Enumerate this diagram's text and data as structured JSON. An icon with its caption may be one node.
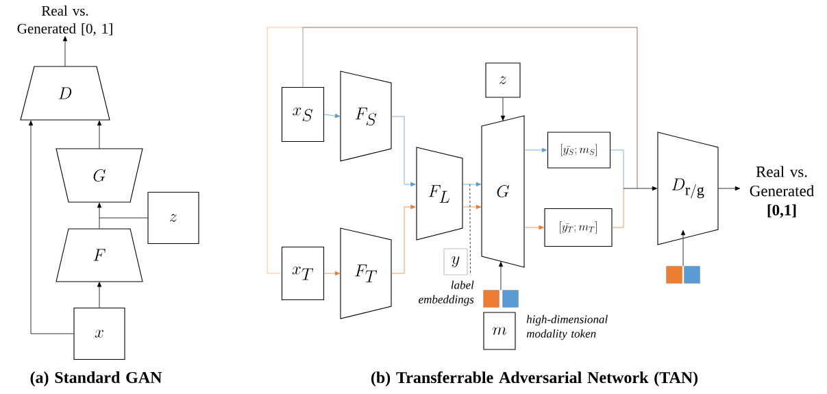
{
  "diagram": {
    "nodes": [
      {
        "text": [
          "Real vs. Generated [0, 1]"
        ]
      },
      {
        "text": [
          "D"
        ]
      },
      {
        "text": [
          "G"
        ]
      },
      {
        "text": [
          "z"
        ]
      },
      {
        "text": [
          "F"
        ]
      },
      {
        "text": [
          "x"
        ]
      },
      {
        "text": [
          "x_S"
        ]
      },
      {
        "text": [
          "F_S"
        ]
      },
      {
        "text": [
          "x_T"
        ]
      },
      {
        "text": [
          "F_T"
        ]
      },
      {
        "text": [
          "F_L"
        ]
      },
      {
        "text": [
          "z"
        ]
      },
      {
        "text": [
          "G"
        ]
      },
      {
        "text": [
          "y"
        ],
        "beside": [
          "label embeddings"
        ]
      },
      {
        "text": [
          "m"
        ],
        "beside": [
          "high-dimensional modality token"
        ]
      },
      {
        "text": [
          "[\\bar{y_S}; m_S]"
        ]
      },
      {
        "text": [
          "[\\bar{y_T}; m_T]"
        ]
      },
      {
        "text": [
          "D_{\\mathrm{r/g}}"
        ]
      },
      {
        "text": [
          "Real vs. Generated **[0,1]**"
        ]
      },
      {
        "text": [],
        "shape": "box"
      },
      {
        "text": [],
        "shape": "box"
      },
      {
        "text": [],
        "shape": "box"
      },
      {
        "text": [],
        "shape": "box"
      }
    ],
    "edges": [
      {
        "from": 1,
        "to": 0,
        "arrow": "to"
      },
      {
        "from": 2,
        "to": 1,
        "arrow": "to"
      },
      {
        "from": 4,
        "to": 2,
        "arrow": "to"
      },
      {
        "from": 3,
        "to": 2,
        "arrow": "to"
      },
      {
        "from": 5,
        "to": 4,
        "arrow": "to"
      },
      {
        "from": 5,
        "to": 1,
        "arrow": "to"
      },
      {
        "from": 6,
        "to": 7,
        "arrow": "to",
        "color": "#5b9bd5"
      },
      {
        "from": 8,
        "to": 9,
        "arrow": "to",
        "color": "#ed7d31"
      },
      {
        "from": 7,
        "to": 10,
        "arrow": "to",
        "color": "#5b9bd5"
      },
      {
        "from": 9,
        "to": 10,
        "arrow": "to",
        "color": "#ed7d31"
      },
      {
        "from": 10,
        "to": 12,
        "arrow": "to",
        "color": "#5b9bd5"
      },
      {
        "from": 10,
        "to": 12,
        "arrow": "to",
        "color": "#ed7d31"
      },
      {
        "from": 11,
        "to": 12,
        "arrow": "to"
      },
      {
        "from": 19,
        "to": 12,
        "arrow": "to"
      },
      {
        "from": 20,
        "to": 12,
        "arrow": "to"
      },
      {
        "from": 12,
        "to": 15,
        "arrow": "to",
        "color": "#5b9bd5"
      },
      {
        "from": 12,
        "to": 16,
        "arrow": "to",
        "color": "#ed7d31"
      },
      {
        "from": 15,
        "to": 17,
        "arrow": "to",
        "color": "#5b9bd5"
      },
      {
        "from": 16,
        "to": 17,
        "arrow": "to",
        "color": "#ed7d31"
      },
      {
        "from": 6,
        "to": 17,
        "arrow": "to",
        "color": "#7f7f7f"
      },
      {
        "from": 8,
        "to": 17,
        "arrow": "to",
        "color": "#f4b183"
      },
      {
        "from": 17,
        "to": 18,
        "arrow": "to"
      },
      {
        "from": 10,
        "to": 13,
        "arrow": "none",
        "style": "dashed"
      },
      {
        "from": 21,
        "to": 17,
        "arrow": "to"
      },
      {
        "from": 22,
        "to": 17,
        "arrow": "to"
      }
    ],
    "labels": [
      "(a) Standard GAN",
      "(b) Transferrable Adversarial Network (TAN)"
    ]
  }
}
